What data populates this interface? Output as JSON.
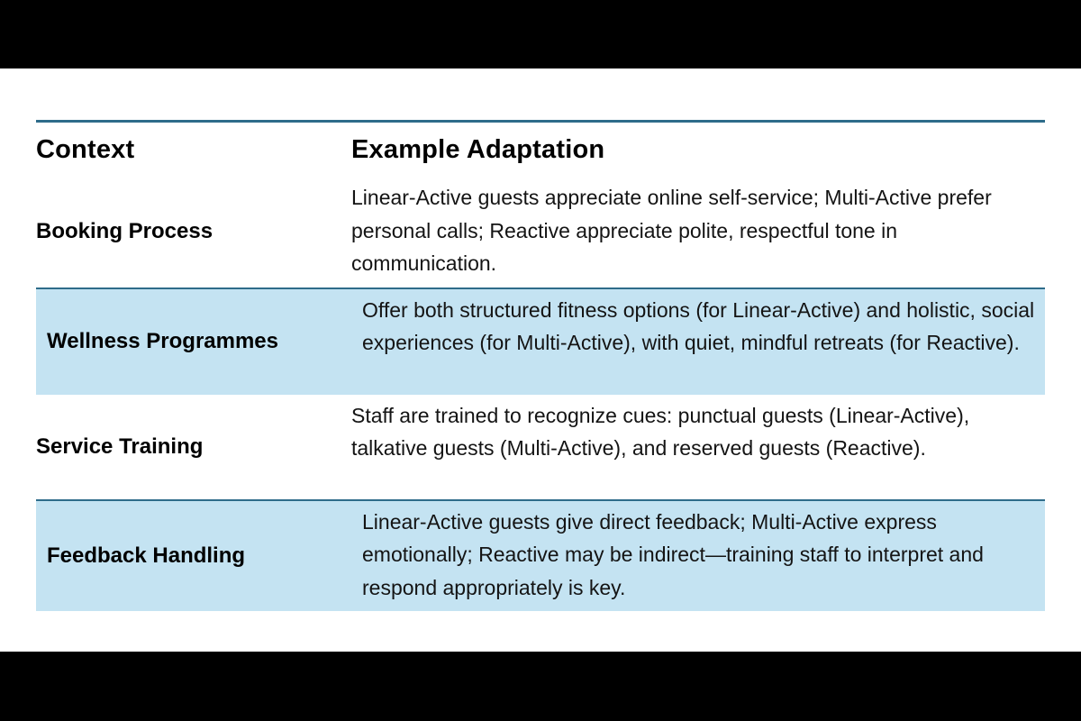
{
  "colors": {
    "accent_line": "#2e6c8a",
    "band_color": "#c4e3f2",
    "letterbox": "#000000",
    "canvas": "#ffffff"
  },
  "table": {
    "columns": [
      {
        "label": "Context"
      },
      {
        "label": "Example Adaptation"
      }
    ],
    "rows": [
      {
        "context": "Booking Process",
        "adaptation": "Linear-Active guests appreciate online self-service; Multi-Active prefer personal calls; Reactive appreciate polite, respectful tone in communication.",
        "shaded": false
      },
      {
        "context": "Wellness Programmes",
        "adaptation": "Offer both structured fitness options (for Linear-Active) and holistic, social experiences (for Multi-Active), with quiet, mindful retreats (for Reactive).",
        "shaded": true
      },
      {
        "context": "Service Training",
        "adaptation": "Staff are trained to recognize cues: punctual guests (Linear-Active), talkative guests (Multi-Active), and reserved guests (Reactive).",
        "shaded": false
      },
      {
        "context": "Feedback Handling",
        "adaptation": "Linear-Active guests give direct feedback; Multi-Active express emotionally; Reactive may be indirect—training staff to interpret and respond appropriately is key.",
        "shaded": true
      }
    ]
  }
}
